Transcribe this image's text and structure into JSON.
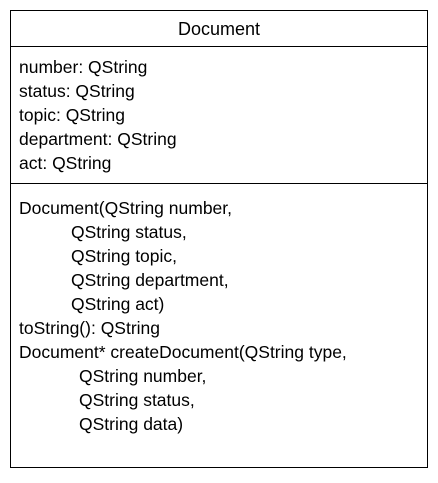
{
  "class": {
    "name": "Document",
    "attributes": [
      "number: QString",
      "status: QString",
      "topic: QString",
      "department: QString",
      "act: QString"
    ],
    "operations": {
      "constructor": [
        "Document(QString number,",
        "QString status,",
        "QString topic,",
        "QString department,",
        "QString act)"
      ],
      "to_string": "toString(): QString",
      "create_document": [
        "Document* createDocument(QString type,",
        "QString number,",
        "QString status,",
        "QString data)"
      ]
    }
  }
}
